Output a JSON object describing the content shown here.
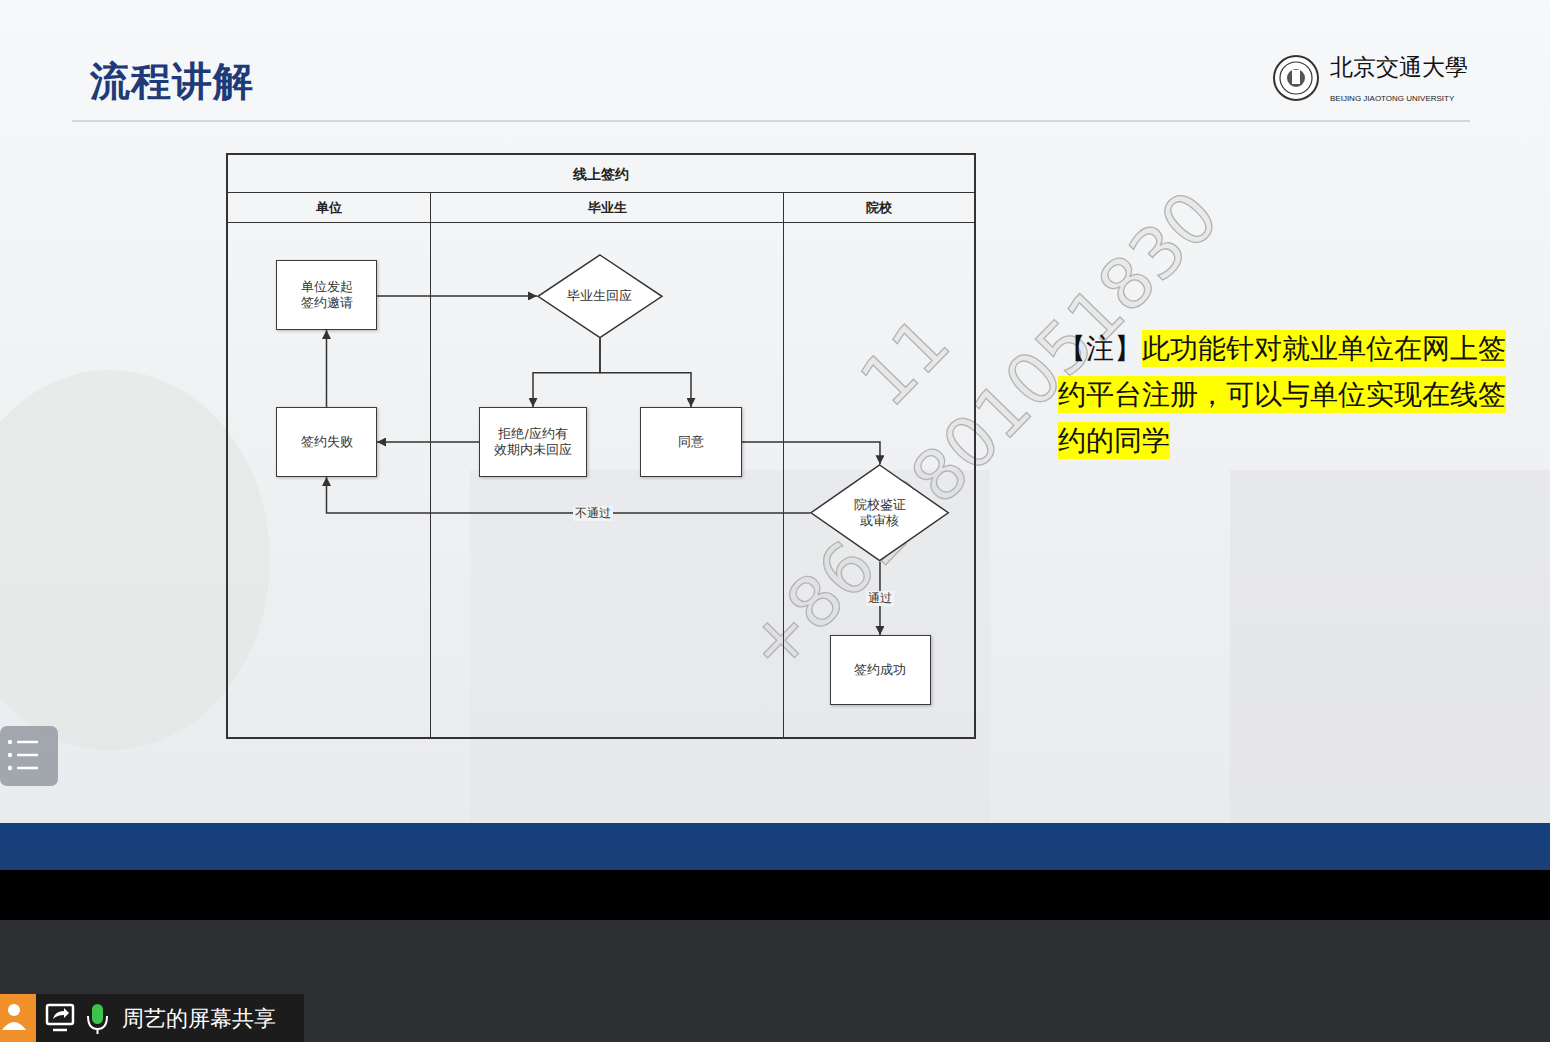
{
  "diagram": {
    "title": "流程讲解",
    "nodes": [
      {
        "text": [
          "线上签约"
        ]
      },
      {
        "text": [
          "单位"
        ],
        "in": 0
      },
      {
        "text": [
          "毕业生"
        ],
        "in": 0
      },
      {
        "text": [
          "院校"
        ],
        "in": 0
      },
      {
        "text": [
          "单位发起 签约邀请"
        ],
        "in": 1
      },
      {
        "text": [
          "毕业生回应"
        ],
        "in": 2
      },
      {
        "text": [
          "签约失败"
        ],
        "in": 1
      },
      {
        "text": [
          "拒绝/应约有 效期内未回应"
        ],
        "in": 2
      },
      {
        "text": [
          "同意"
        ],
        "in": 2
      },
      {
        "text": [
          "院校鉴证 或审核"
        ],
        "in": 3
      },
      {
        "text": [
          "签约成功"
        ],
        "in": 3
      }
    ],
    "edges": [
      {
        "from": 4,
        "to": 5,
        "arrow": "to"
      },
      {
        "from": 5,
        "to": 7,
        "arrow": "to"
      },
      {
        "from": 5,
        "to": 8,
        "arrow": "to"
      },
      {
        "from": 7,
        "to": 6,
        "arrow": "to"
      },
      {
        "from": 8,
        "to": 9,
        "arrow": "to"
      },
      {
        "from": 9,
        "to": 6,
        "label": "不通过",
        "arrow": "to"
      },
      {
        "from": 9,
        "to": 10,
        "label": "通过",
        "arrow": "to"
      },
      {
        "from": 6,
        "to": 4,
        "arrow": "to"
      }
    ],
    "labels": [
      "【注】",
      "此功能针对就业单位在网上签约平台注册，可以与单位实现在线签约的同学",
      "北京交通大學",
      "BEIJING JIAOTONG UNIVERSITY",
      "+8618801051830",
      "11",
      "周艺的屏幕共享"
    ]
  }
}
